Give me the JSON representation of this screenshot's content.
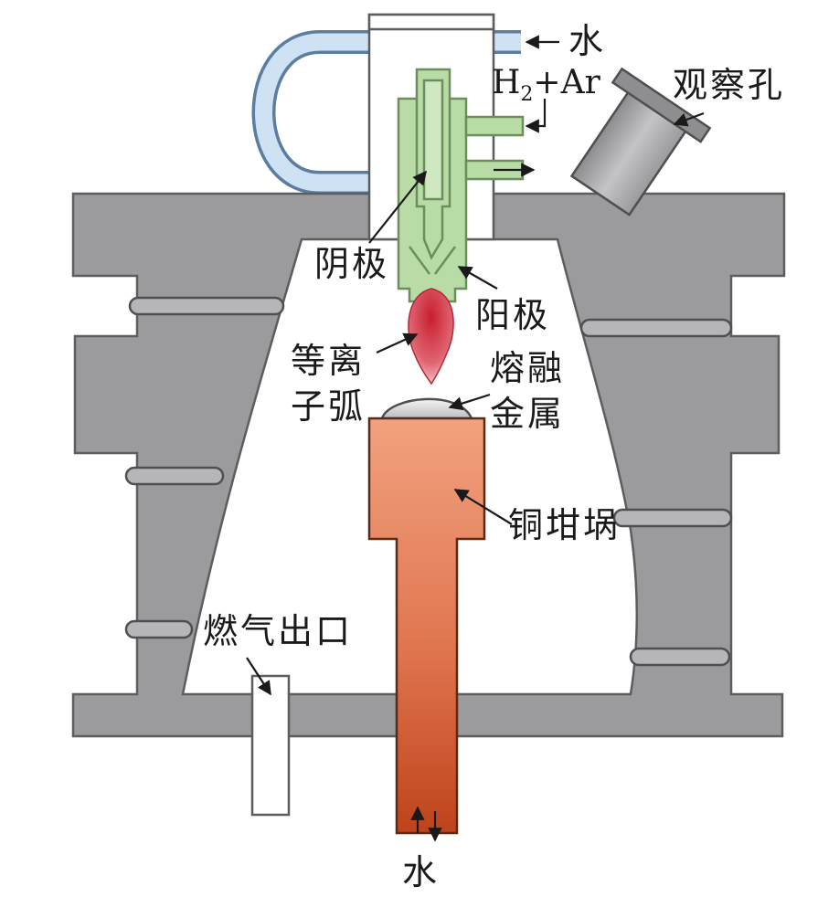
{
  "labels": {
    "water_top": "水",
    "gas_h2_prefix": "H",
    "gas_h2_sub": "2",
    "gas_suffix": "+Ar",
    "observation_port": "观察孔",
    "cathode": "阴极",
    "anode": "阳极",
    "plasma_arc_line1": "等离",
    "plasma_arc_line2": "子弧",
    "molten_metal_line1": "熔融",
    "molten_metal_line2": "金属",
    "copper_crucible": "铜坩埚",
    "gas_outlet": "燃气出口",
    "water_bottom": "水"
  },
  "colors": {
    "furnace_body": "#9b9b9d",
    "furnace_outline": "#5d5d60",
    "torch_green": "#b9dca7",
    "torch_outline": "#6b8f5c",
    "water_pipe": "#cfe2f3",
    "water_pipe_outline": "#5b7da0",
    "plasma_red": "#d2333f",
    "crucible_top": "#f2a17f",
    "crucible_bottom": "#c2461f",
    "molten_metal": "#d8d8da"
  }
}
